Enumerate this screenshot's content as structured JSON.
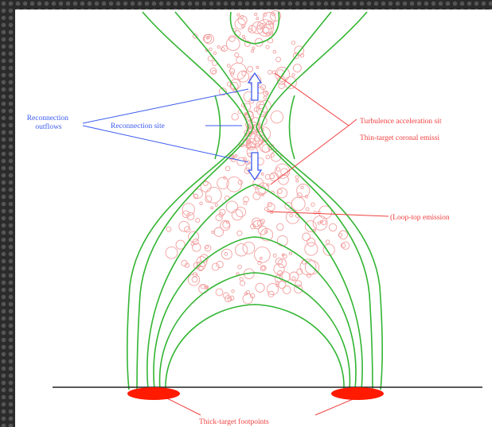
{
  "labels": {
    "reconnection_outflows": [
      "Reconnection",
      "outflows"
    ],
    "reconnection_site": "Reconnection site",
    "turbulence_acceleration": "Turbulence acceleration sit",
    "thin_target": "Thin-target coronal emissi",
    "loop_top": "(Loop-top emission",
    "thick_target": "Thick-target footpoints"
  },
  "colors": {
    "field_lines": "#33b533",
    "annotation_blue": "#3b5bf0",
    "annotation_red": "#f04040",
    "bubbles": "#f3a0a0",
    "footpoints": "#ff1a00",
    "surface": "#222222"
  }
}
